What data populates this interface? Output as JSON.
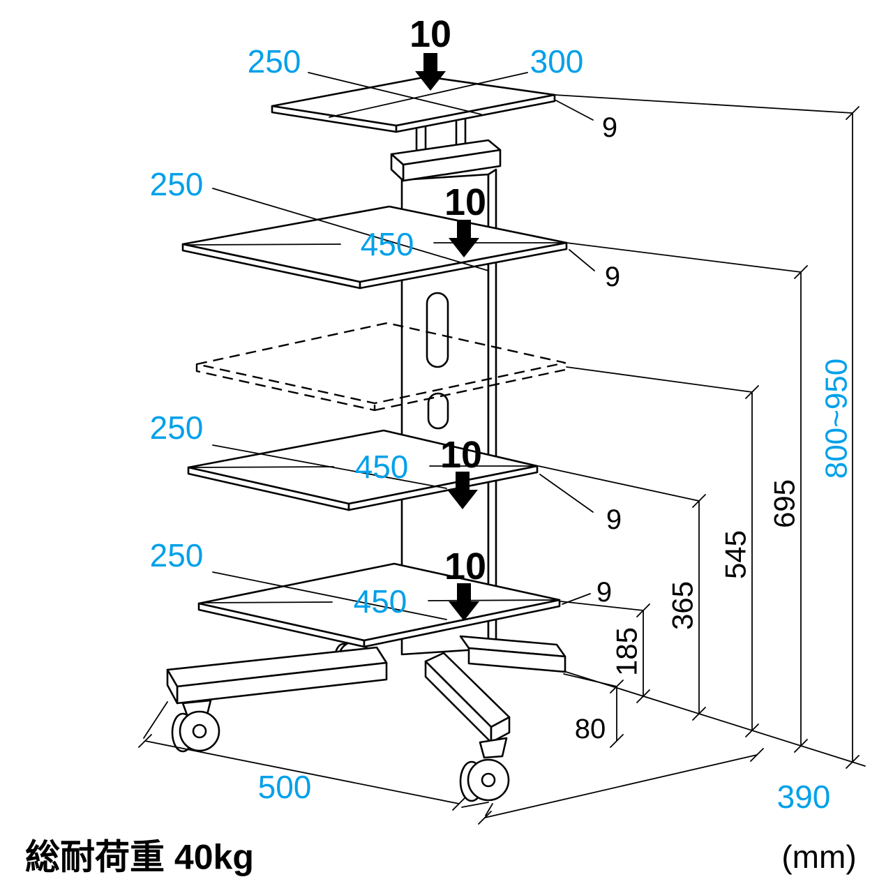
{
  "unit_label": "(mm)",
  "total_load": "総耐荷重 40kg",
  "colors": {
    "accent_cyan": "#00a0e9",
    "line_black": "#000000"
  },
  "shelves": {
    "top": {
      "load": "10",
      "depth": "250",
      "width": "300",
      "thickness": "9"
    },
    "second": {
      "load": "10",
      "depth": "250",
      "width": "450",
      "thickness": "9",
      "height": "695"
    },
    "optional_dashed": {
      "height": "545"
    },
    "third": {
      "load": "10",
      "depth": "250",
      "width": "450",
      "thickness": "9",
      "height": "365"
    },
    "bottom": {
      "load": "10",
      "depth": "250",
      "width": "450",
      "thickness": "9",
      "height": "185"
    }
  },
  "overall_height": "800~950",
  "base": {
    "width": "500",
    "depth": "390",
    "caster_height": "80"
  }
}
